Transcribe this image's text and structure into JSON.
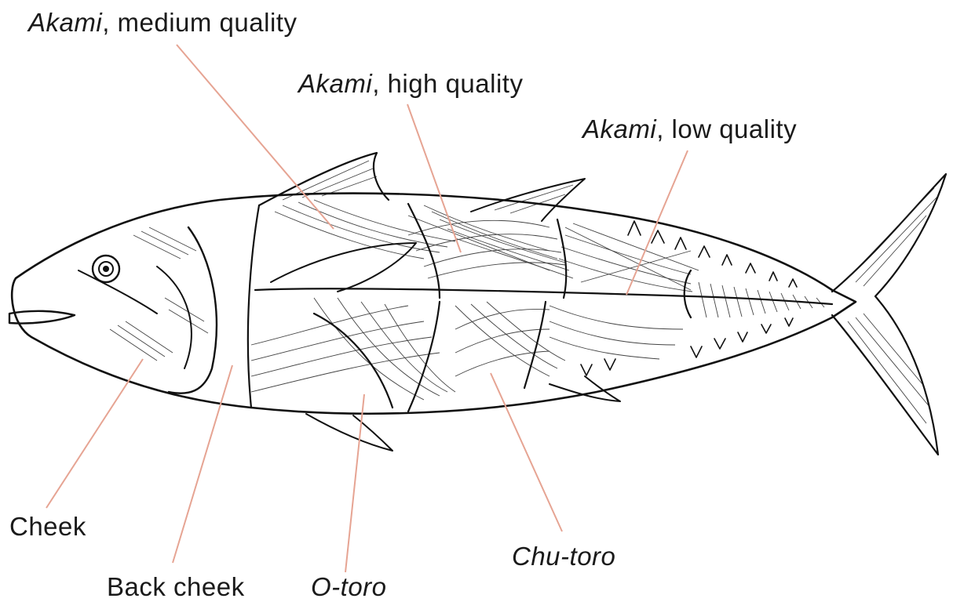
{
  "labels": [
    {
      "id": "akami-medium",
      "name_italic": "Akami",
      "name_rest": ", medium quality"
    },
    {
      "id": "akami-high",
      "name_italic": "Akami",
      "name_rest": ", high quality"
    },
    {
      "id": "akami-low",
      "name_italic": "Akami",
      "name_rest": ", low quality"
    },
    {
      "id": "cheek",
      "name_italic": "",
      "name_rest": "Cheek"
    },
    {
      "id": "back-cheek",
      "name_italic": "",
      "name_rest": "Back cheek"
    },
    {
      "id": "o-toro",
      "name_italic": "O-toro",
      "name_rest": ""
    },
    {
      "id": "chu-toro",
      "name_italic": "Chu-toro",
      "name_rest": ""
    }
  ],
  "colors": {
    "leader": "#e6a493",
    "ink": "#111111",
    "background": "#ffffff"
  },
  "icons": {
    "fish": "tuna-illustration"
  }
}
